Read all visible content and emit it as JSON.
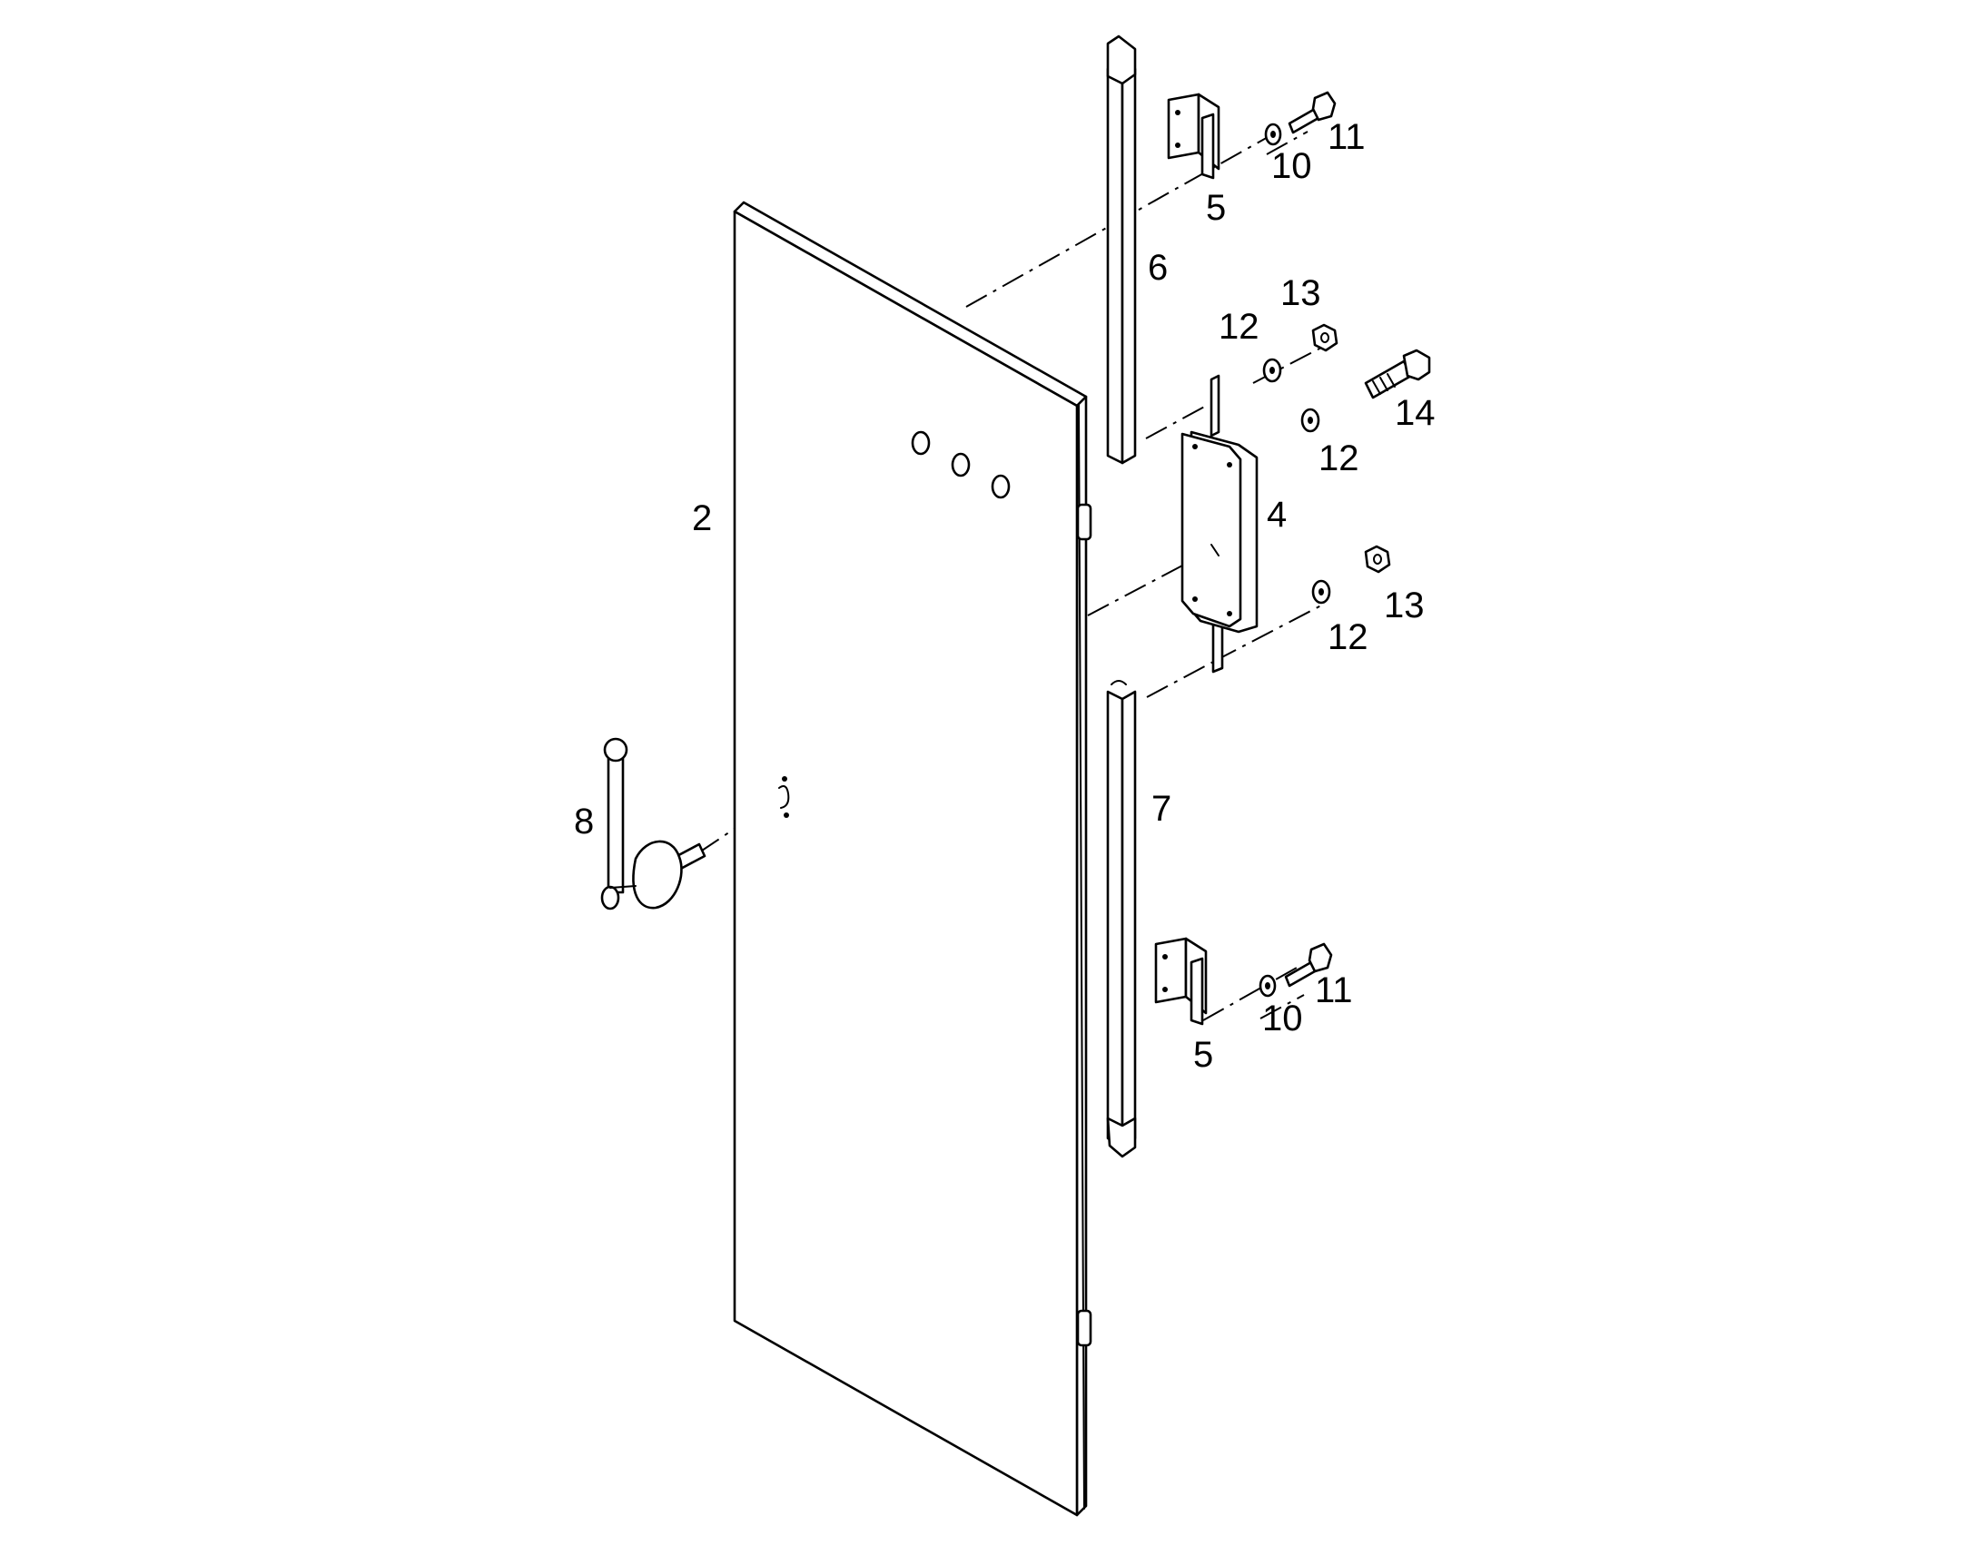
{
  "callouts": {
    "door": "2",
    "latch_plate": "4",
    "bracket_upper": "5",
    "bracket_lower": "5",
    "rod_upper": "6",
    "rod_lower": "7",
    "handle": "8",
    "washer_upper": "10",
    "washer_lower": "10",
    "screw_upper": "11",
    "screw_lower": "11",
    "washer_mid_top": "12",
    "washer_mid_right": "12",
    "washer_mid_bottom": "12",
    "nut_top": "13",
    "nut_bottom": "13",
    "bolt": "14"
  },
  "colors": {
    "line": "#000000",
    "background": "#ffffff"
  }
}
